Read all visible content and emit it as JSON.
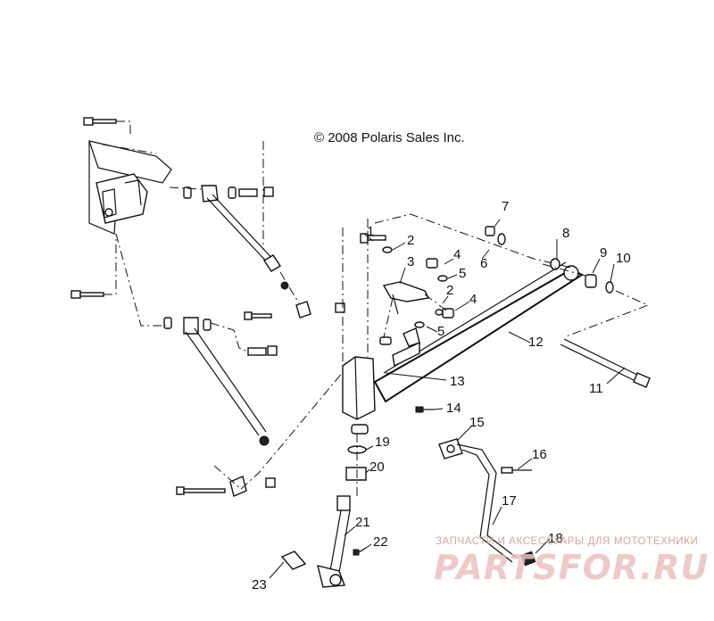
{
  "copyright": "© 2008 Polaris Sales Inc.",
  "watermark": {
    "tagline": "ЗАПЧАСТИ И АКСЕССУАРЫ ДЛЯ МОТОТЕХНИКИ",
    "brand": "PARTSFOR.RU"
  },
  "callouts": [
    "1",
    "2",
    "2",
    "3",
    "4",
    "4",
    "5",
    "5",
    "6",
    "7",
    "8",
    "9",
    "10",
    "11",
    "12",
    "13",
    "14",
    "15",
    "16",
    "17",
    "18",
    "19",
    "20",
    "21",
    "22",
    "23"
  ]
}
